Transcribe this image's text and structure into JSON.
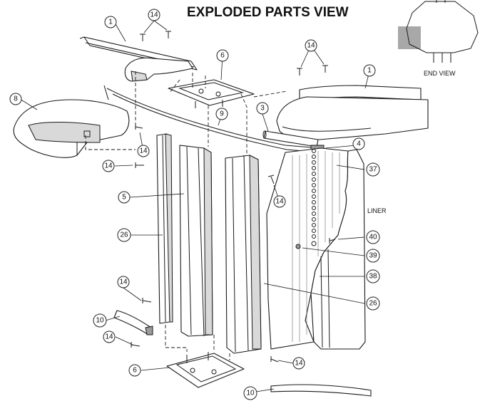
{
  "title": "EXPLODED PARTS VIEW",
  "end_view_label": "END VIEW",
  "liner_label": "LINER",
  "callouts": [
    {
      "id": "c1a",
      "text": "1"
    },
    {
      "id": "c14a",
      "text": "14"
    },
    {
      "id": "c6a",
      "text": "6"
    },
    {
      "id": "c14b",
      "text": "14"
    },
    {
      "id": "c1b",
      "text": "1"
    },
    {
      "id": "c8",
      "text": "8"
    },
    {
      "id": "c9",
      "text": "9"
    },
    {
      "id": "c3",
      "text": "3"
    },
    {
      "id": "c14c",
      "text": "14"
    },
    {
      "id": "c4",
      "text": "4"
    },
    {
      "id": "c14d",
      "text": "14"
    },
    {
      "id": "c37",
      "text": "37"
    },
    {
      "id": "c5",
      "text": "5"
    },
    {
      "id": "c14e",
      "text": "14"
    },
    {
      "id": "c26a",
      "text": "26"
    },
    {
      "id": "c40",
      "text": "40"
    },
    {
      "id": "c39",
      "text": "39"
    },
    {
      "id": "c38",
      "text": "38"
    },
    {
      "id": "c14f",
      "text": "14"
    },
    {
      "id": "c26b",
      "text": "26"
    },
    {
      "id": "c10a",
      "text": "10"
    },
    {
      "id": "c14g",
      "text": "14"
    },
    {
      "id": "c14h",
      "text": "14"
    },
    {
      "id": "c6b",
      "text": "6"
    },
    {
      "id": "c10b",
      "text": "10"
    }
  ],
  "colors": {
    "ink": "#1a1a1a",
    "end_view_fill": "#a8a8a8"
  }
}
